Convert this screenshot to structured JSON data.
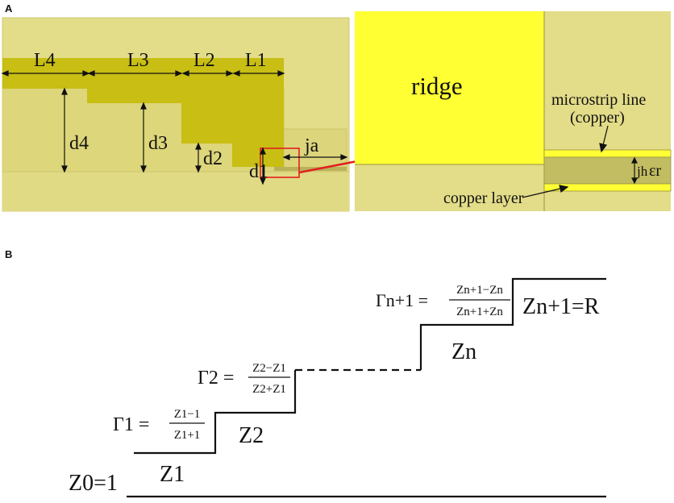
{
  "panel_a": {
    "label": "A",
    "dimensions": {
      "L4": "L4",
      "L3": "L3",
      "L2": "L2",
      "L1": "L1",
      "d4": "d4",
      "d3": "d3",
      "d2": "d2",
      "d1": "d1",
      "ja": "ja"
    },
    "zoom": {
      "ridge": "ridge",
      "microstrip_line": "microstrip line",
      "copper_paren": "(copper)",
      "jh": "jh",
      "epsilon_r": "εr",
      "copper_layer": "copper layer"
    },
    "colors": {
      "bg_light": "#e3dc88",
      "step_dark": "#c8be14",
      "step_mid": "#d6cf5a",
      "ridge_yellow": "#ffff33",
      "dielectric": "#c2bc62",
      "highlight_red": "#e02020"
    }
  },
  "panel_b": {
    "label": "B",
    "impedances": {
      "z0": "Z0=1",
      "z1": "Z1",
      "z2": "Z2",
      "zn": "Zn",
      "zn1": "Zn+1=R"
    },
    "gammas": {
      "g1": {
        "lhs": "Γ1 =",
        "num": "Z1−1",
        "den": "Z1+1"
      },
      "g2": {
        "lhs": "Γ2 =",
        "num": "Z2−Z1",
        "den": "Z2+Z1"
      },
      "gn1": {
        "lhs": "Γn+1 =",
        "num": "Zn+1−Zn",
        "den": "Zn+1+Zn"
      }
    }
  }
}
